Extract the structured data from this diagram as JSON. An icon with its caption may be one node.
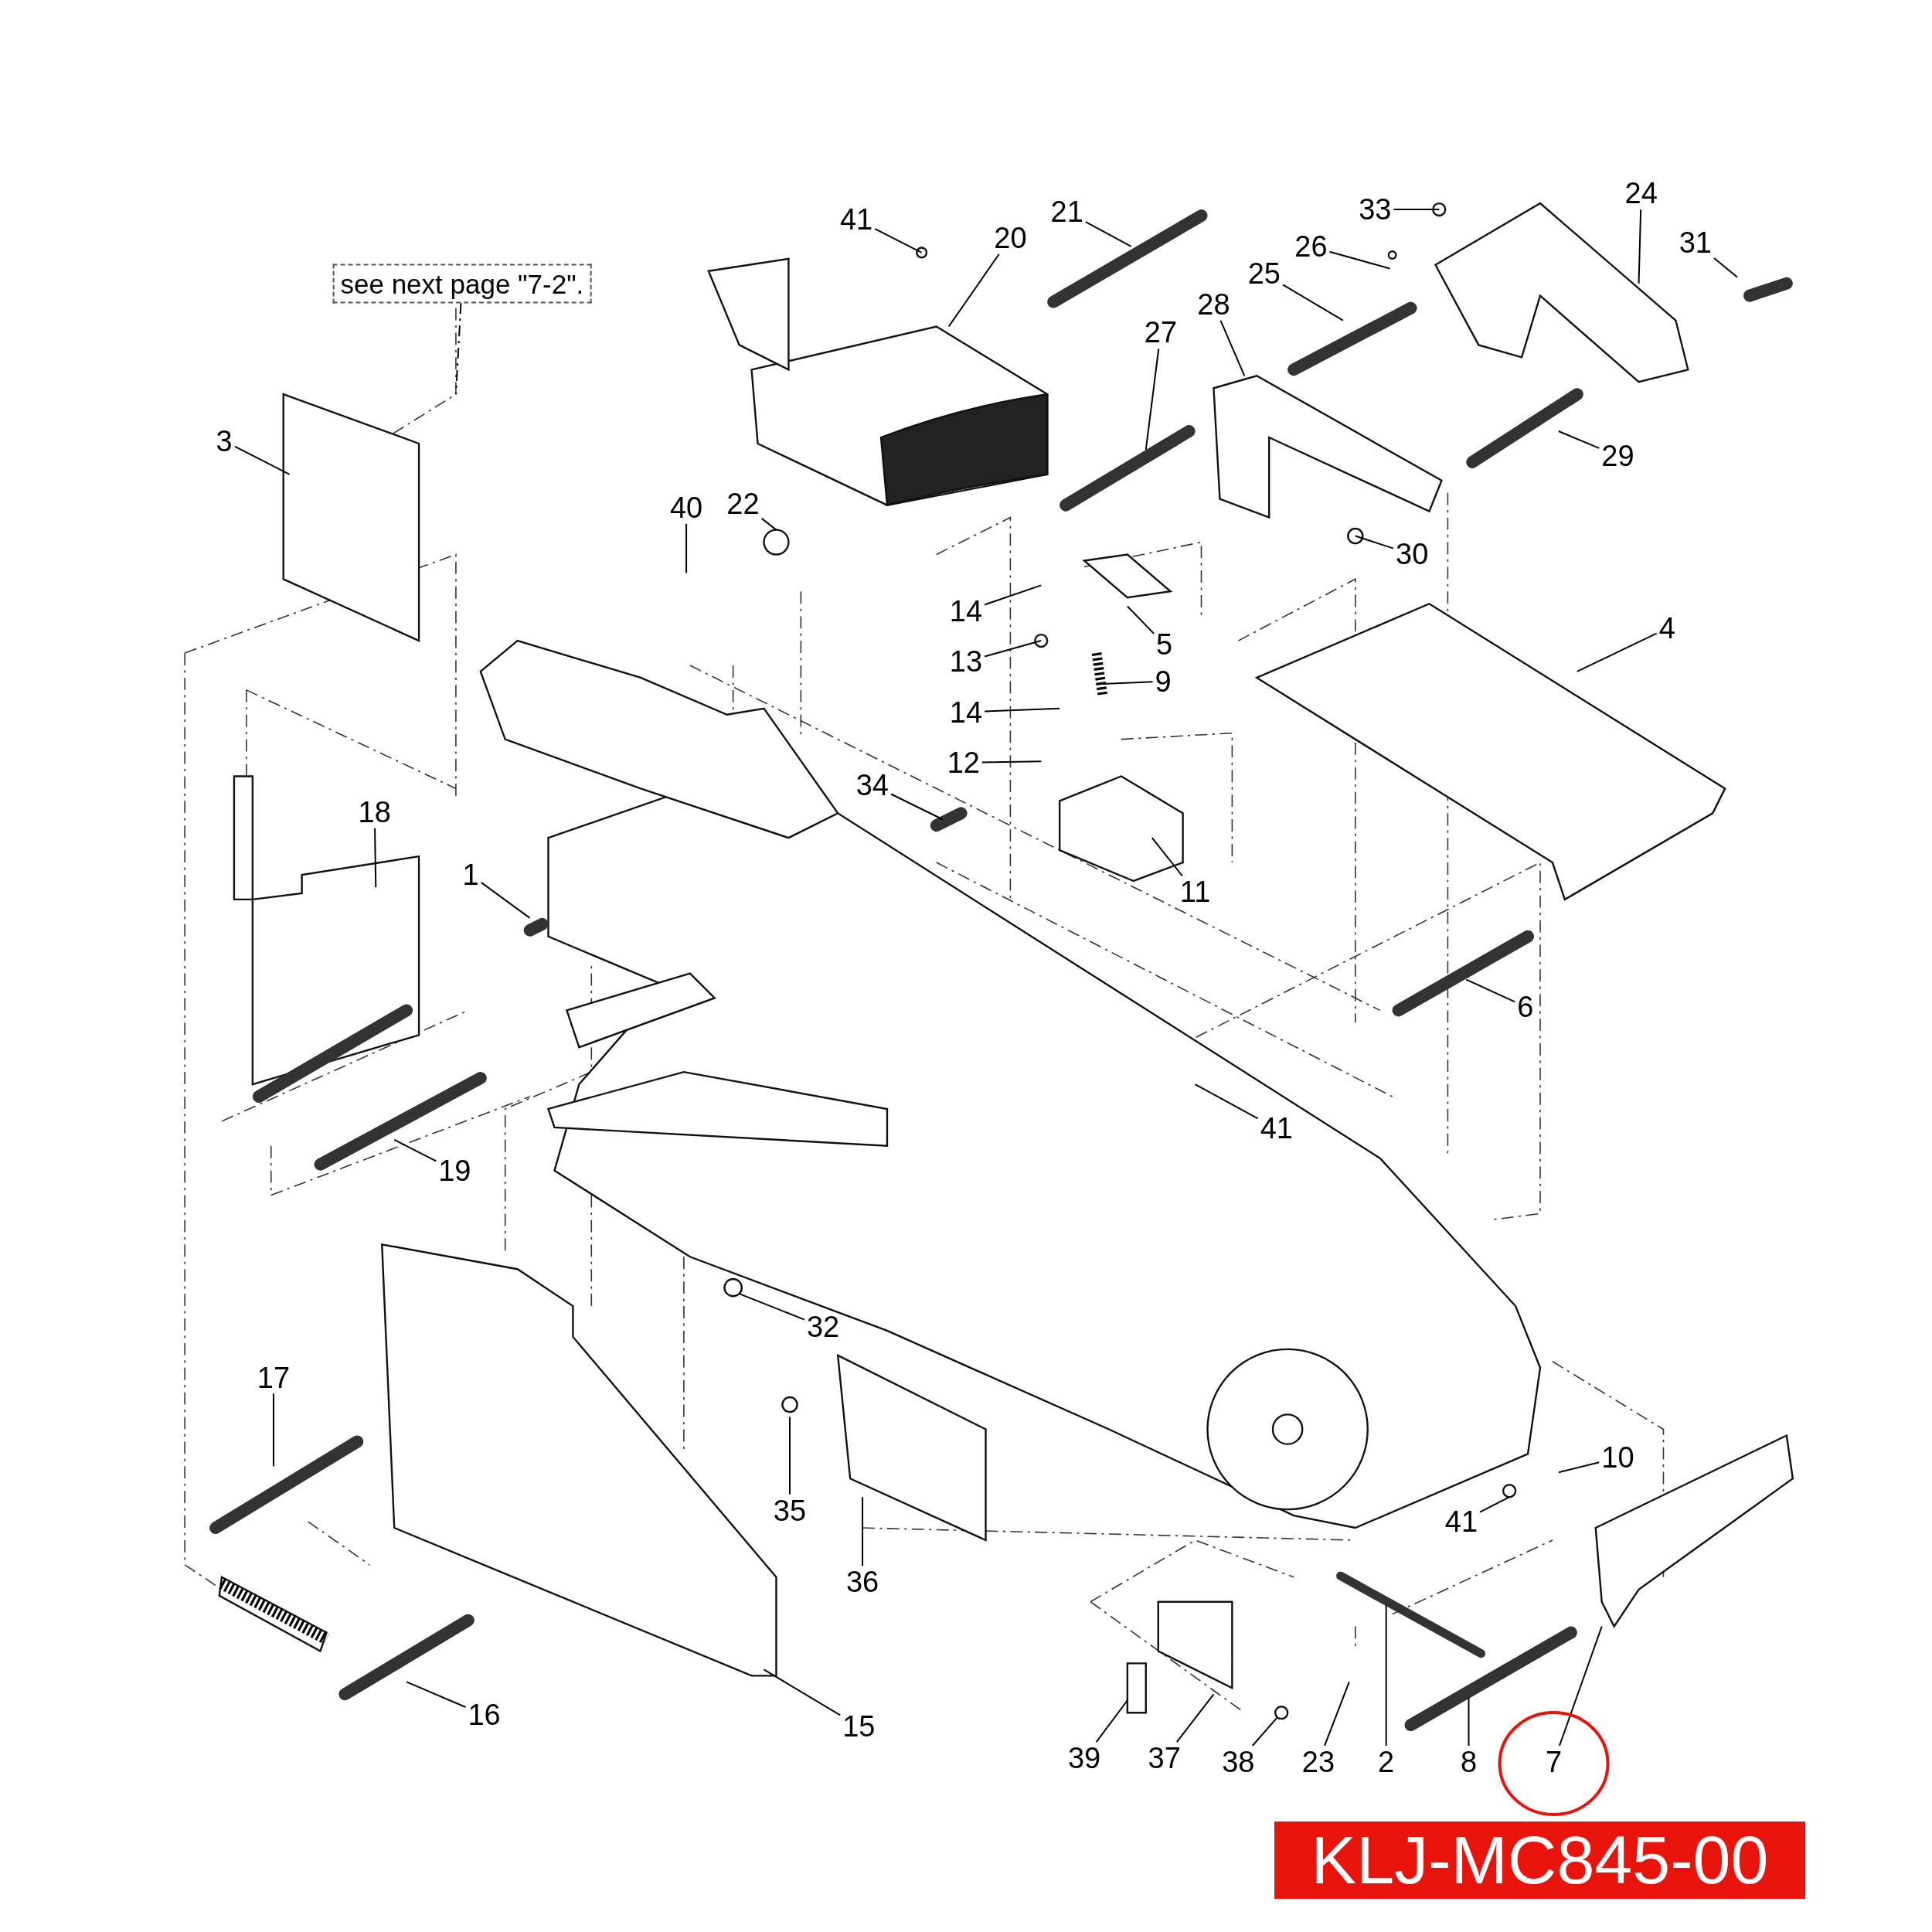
{
  "diagram": {
    "nodes": [
      {
        "text": [
          "see next page \"7-2\"."
        ]
      },
      {
        "text": [
          "41"
        ]
      },
      {
        "text": [
          "24"
        ]
      },
      {
        "text": [
          "33"
        ]
      },
      {
        "text": [
          "21"
        ]
      },
      {
        "text": [
          "20"
        ]
      },
      {
        "text": [
          "31"
        ]
      },
      {
        "text": [
          "26"
        ]
      },
      {
        "text": [
          "25"
        ]
      },
      {
        "text": [
          "28"
        ]
      },
      {
        "text": [
          "27"
        ]
      },
      {
        "text": [
          "3"
        ]
      },
      {
        "text": [
          "29"
        ]
      },
      {
        "text": [
          "22"
        ]
      },
      {
        "text": [
          "40"
        ]
      },
      {
        "text": [
          "30"
        ]
      },
      {
        "text": [
          "14"
        ]
      },
      {
        "text": [
          "4"
        ]
      },
      {
        "text": [
          "5"
        ]
      },
      {
        "text": [
          "13"
        ]
      },
      {
        "text": [
          "9"
        ]
      },
      {
        "text": [
          "14"
        ]
      },
      {
        "text": [
          "12"
        ]
      },
      {
        "text": [
          "34"
        ]
      },
      {
        "text": [
          "18"
        ]
      },
      {
        "text": [
          "1"
        ]
      },
      {
        "text": [
          "11"
        ]
      },
      {
        "text": [
          "6"
        ]
      },
      {
        "text": [
          "41"
        ]
      },
      {
        "text": [
          "19"
        ]
      },
      {
        "text": [
          "32"
        ]
      },
      {
        "text": [
          "17"
        ]
      },
      {
        "text": [
          "10"
        ]
      },
      {
        "text": [
          "35"
        ]
      },
      {
        "text": [
          "41"
        ]
      },
      {
        "text": [
          "36"
        ]
      },
      {
        "text": [
          "16"
        ]
      },
      {
        "text": [
          "15"
        ]
      },
      {
        "text": [
          "39"
        ]
      },
      {
        "text": [
          "37"
        ]
      },
      {
        "text": [
          "38"
        ]
      },
      {
        "text": [
          "23"
        ]
      },
      {
        "text": [
          "2"
        ]
      },
      {
        "text": [
          "8"
        ]
      },
      {
        "text": [
          "7"
        ]
      },
      {
        "text": [],
        "shape": "circle"
      },
      {
        "text": [],
        "shape": "bar"
      },
      {
        "text": [],
        "shape": "bar"
      }
    ],
    "edges": [
      {
        "from": 0,
        "to": null,
        "arrow": "none",
        "style": "dashed"
      },
      {
        "from": 1,
        "to": null,
        "arrow": "none"
      },
      {
        "from": 2,
        "to": null,
        "arrow": "none"
      },
      {
        "from": 3,
        "to": null,
        "arrow": "none"
      },
      {
        "from": 4,
        "to": null,
        "arrow": "none"
      },
      {
        "from": 5,
        "to": null,
        "arrow": "none"
      },
      {
        "from": 6,
        "to": null,
        "arrow": "none"
      },
      {
        "from": 7,
        "to": null,
        "arrow": "none"
      },
      {
        "from": 8,
        "to": null,
        "arrow": "none"
      },
      {
        "from": 9,
        "to": null,
        "arrow": "none"
      },
      {
        "from": 10,
        "to": null,
        "arrow": "none"
      },
      {
        "from": 11,
        "to": null,
        "arrow": "none"
      },
      {
        "from": 12,
        "to": null,
        "arrow": "none"
      },
      {
        "from": 13,
        "to": null,
        "arrow": "none"
      },
      {
        "from": 14,
        "to": null,
        "arrow": "none"
      },
      {
        "from": 15,
        "to": null,
        "arrow": "none"
      },
      {
        "from": 16,
        "to": null,
        "arrow": "none"
      },
      {
        "from": 17,
        "to": null,
        "arrow": "none"
      },
      {
        "from": 18,
        "to": null,
        "arrow": "none"
      },
      {
        "from": 19,
        "to": null,
        "arrow": "none"
      },
      {
        "from": 20,
        "to": null,
        "arrow": "none"
      },
      {
        "from": 21,
        "to": null,
        "arrow": "none"
      },
      {
        "from": 22,
        "to": null,
        "arrow": "none"
      },
      {
        "from": 23,
        "to": null,
        "arrow": "none"
      },
      {
        "from": 24,
        "to": null,
        "arrow": "none"
      },
      {
        "from": 25,
        "to": null,
        "arrow": "none"
      },
      {
        "from": 26,
        "to": null,
        "arrow": "none"
      },
      {
        "from": 27,
        "to": null,
        "arrow": "none"
      },
      {
        "from": 28,
        "to": null,
        "arrow": "none"
      },
      {
        "from": 29,
        "to": null,
        "arrow": "none"
      },
      {
        "from": 30,
        "to": null,
        "arrow": "none"
      },
      {
        "from": 31,
        "to": null,
        "arrow": "none"
      },
      {
        "from": 32,
        "to": null,
        "arrow": "none"
      },
      {
        "from": 33,
        "to": null,
        "arrow": "none"
      },
      {
        "from": 34,
        "to": null,
        "arrow": "none"
      },
      {
        "from": 35,
        "to": null,
        "arrow": "none"
      },
      {
        "from": 36,
        "to": null,
        "arrow": "none"
      },
      {
        "from": 37,
        "to": null,
        "arrow": "none"
      },
      {
        "from": 38,
        "to": null,
        "arrow": "none"
      },
      {
        "from": 39,
        "to": null,
        "arrow": "none"
      },
      {
        "from": 40,
        "to": 45,
        "arrow": "none"
      },
      {
        "from": 41,
        "to": null,
        "arrow": "none"
      },
      {
        "from": 42,
        "to": 46,
        "arrow": "none"
      },
      {
        "from": 43,
        "to": 47,
        "arrow": "none"
      },
      {
        "from": 44,
        "to": null,
        "arrow": "none"
      }
    ],
    "labels": [
      "KLJ-MC845-00"
    ]
  }
}
